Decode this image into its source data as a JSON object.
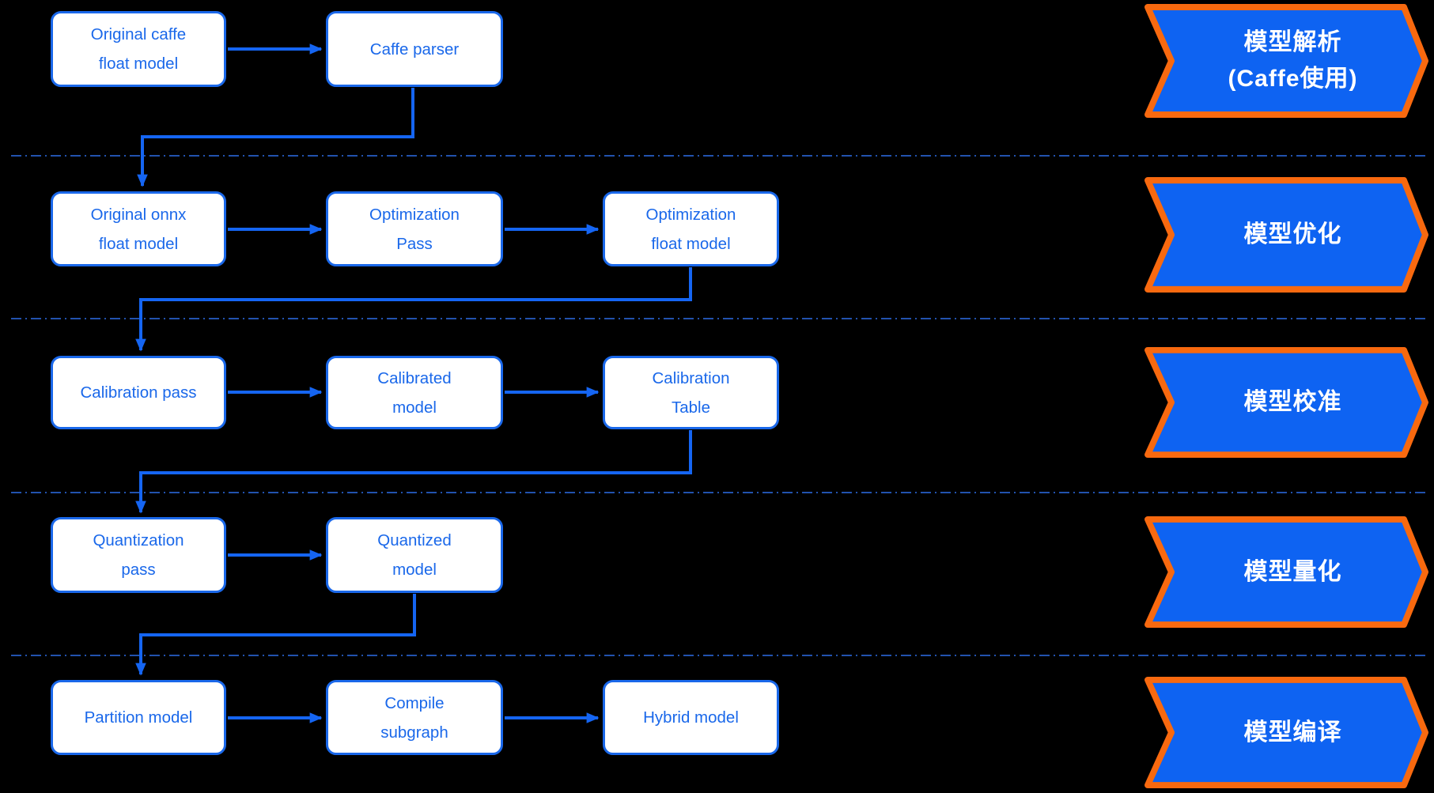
{
  "colors": {
    "background": "#000000",
    "node_fill": "#ffffff",
    "node_blue": "#1a68ea",
    "arrow_blue": "#1565f2",
    "separator_blue": "#2e6ee8",
    "banner_fill": "#0e63f2",
    "banner_border": "#f8690f",
    "banner_text": "#ffffff"
  },
  "stages": [
    {
      "banner": "模型解析\n(Caffe使用)",
      "boxes": [
        "Original caffe\nfloat model",
        "Caffe parser"
      ]
    },
    {
      "banner": "模型优化",
      "boxes": [
        "Original onnx\nfloat model",
        "Optimization\nPass",
        "Optimization\nfloat model"
      ]
    },
    {
      "banner": "模型校准",
      "boxes": [
        "Calibration pass",
        "Calibrated\nmodel",
        "Calibration\nTable"
      ]
    },
    {
      "banner": "模型量化",
      "boxes": [
        "Quantization\npass",
        "Quantized\nmodel"
      ]
    },
    {
      "banner": "模型编译",
      "boxes": [
        "Partition model",
        "Compile\nsubgraph",
        "Hybrid model"
      ]
    }
  ]
}
